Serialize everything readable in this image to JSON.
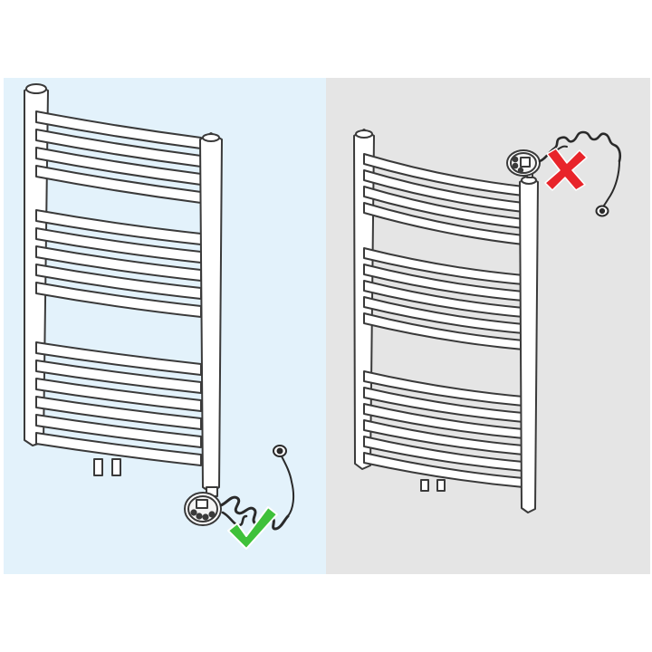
{
  "panels": [
    {
      "id": "correct",
      "verdict": "correct",
      "heater_position": "bottom",
      "background": "#e3f2fb",
      "mark_icon": "check-mark-icon",
      "mark_color": "#3fc13a"
    },
    {
      "id": "incorrect",
      "verdict": "incorrect",
      "heater_position": "top",
      "background": "#e5e5e5",
      "mark_icon": "cross-mark-icon",
      "mark_color": "#e8242a"
    }
  ],
  "colors": {
    "line": "#3a3a3a",
    "rail_fill": "#ffffff"
  }
}
